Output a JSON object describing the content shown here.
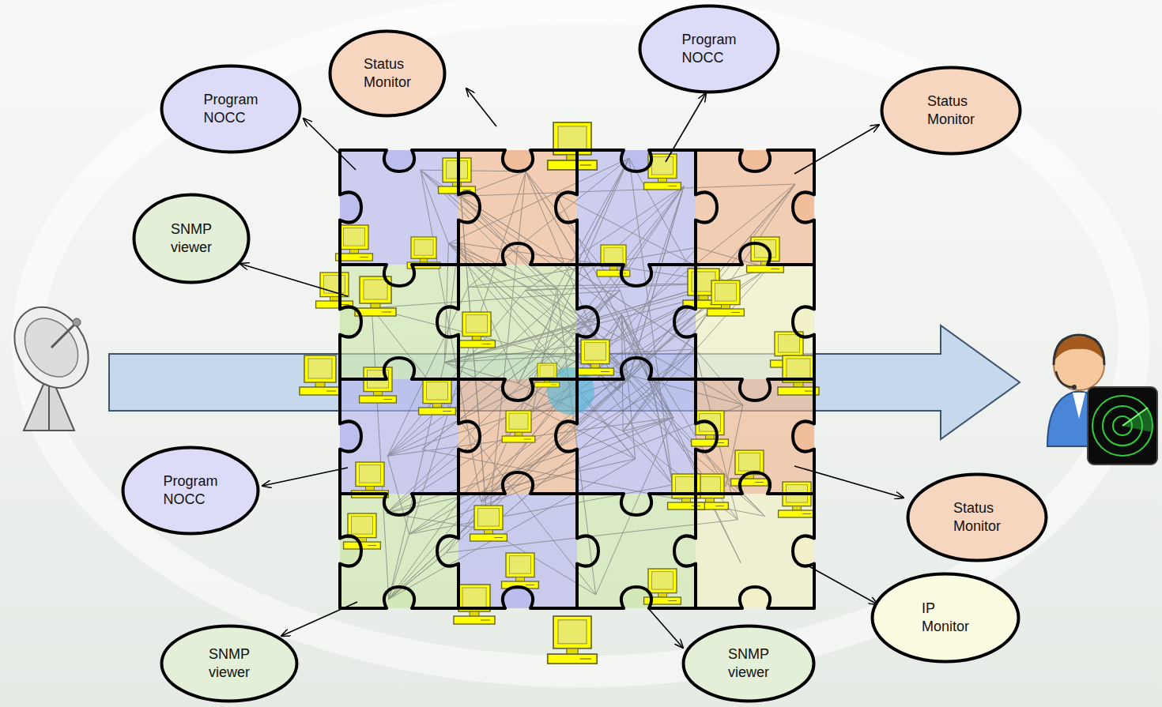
{
  "diagram": {
    "nodes": [
      {
        "text": [
          "Program NOCC"
        ]
      },
      {
        "text": [
          "Status Monitor"
        ]
      },
      {
        "text": [
          "Program NOCC"
        ]
      },
      {
        "text": [
          "Status Monitor"
        ]
      },
      {
        "text": [
          "SNMP viewer"
        ]
      },
      {
        "text": [
          "Program NOCC"
        ]
      },
      {
        "text": [
          "Status Monitor"
        ]
      },
      {
        "text": [
          "IP Monitor"
        ]
      },
      {
        "text": [
          "SNMP viewer"
        ]
      },
      {
        "text": [
          "SNMP viewer"
        ]
      }
    ]
  }
}
